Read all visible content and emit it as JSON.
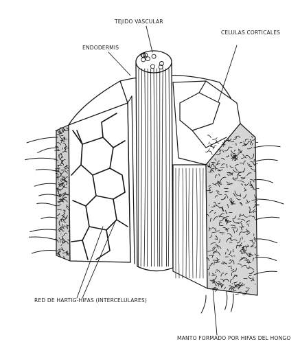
{
  "figure": {
    "labels": {
      "tejido_vascular": "TEJIDO VASCULAR",
      "endodermis": "ENDODERMIS",
      "celulas_corticales": "CELULAS CORTICALES",
      "red_hartig": "RED DE HARTIG-HIFAS (INTERCELULARES)",
      "manto": "MANTO FORMADO POR HIFAS DEL HONGO"
    },
    "colors": {
      "ink": "#151515",
      "paper": "#ffffff"
    }
  }
}
